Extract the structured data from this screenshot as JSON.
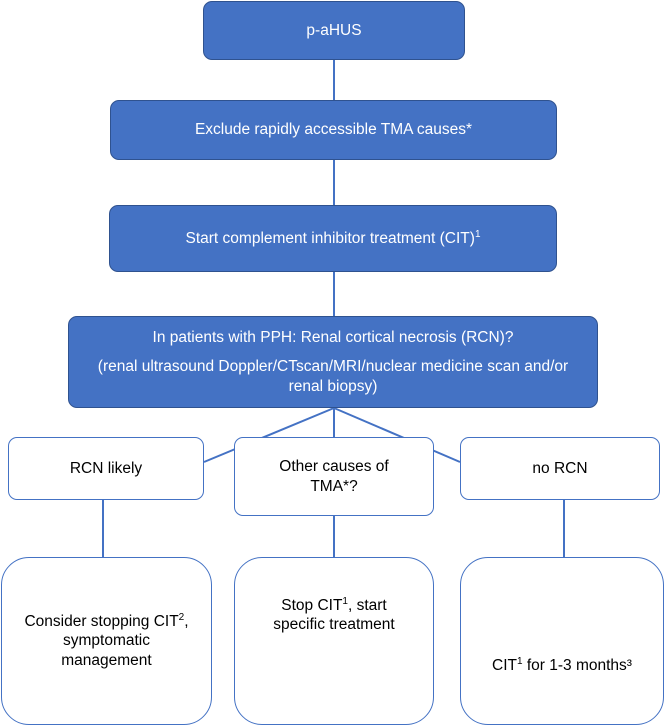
{
  "nodes": {
    "p_ahus": "p-aHUS",
    "exclude": "Exclude rapidly accessible TMA causes*",
    "start_cit": {
      "text": "Start complement inhibitor treatment (CIT)",
      "sup": "1"
    },
    "rcn_question": {
      "line1": "In patients with PPH: Renal cortical necrosis (RCN)?",
      "line2": "(renal ultrasound Doppler/CTscan/MRI/nuclear medicine scan and/or renal biopsy)"
    },
    "rcn_likely": "RCN likely",
    "other_causes": "Other causes of TMA*?",
    "no_rcn": "no RCN",
    "consider_stopping": {
      "pre": "Consider stopping CIT",
      "sup": "2",
      "post": ", symptomatic management"
    },
    "stop_cit": {
      "pre": "Stop CIT",
      "sup": "1",
      "post": ", start specific treatment"
    },
    "cit_months": {
      "pre": "CIT",
      "sup": "1",
      "post": " for 1-3 months³"
    }
  },
  "colors": {
    "fill": "#4472c4",
    "border": "#2f528f",
    "line": "#4472c4"
  }
}
